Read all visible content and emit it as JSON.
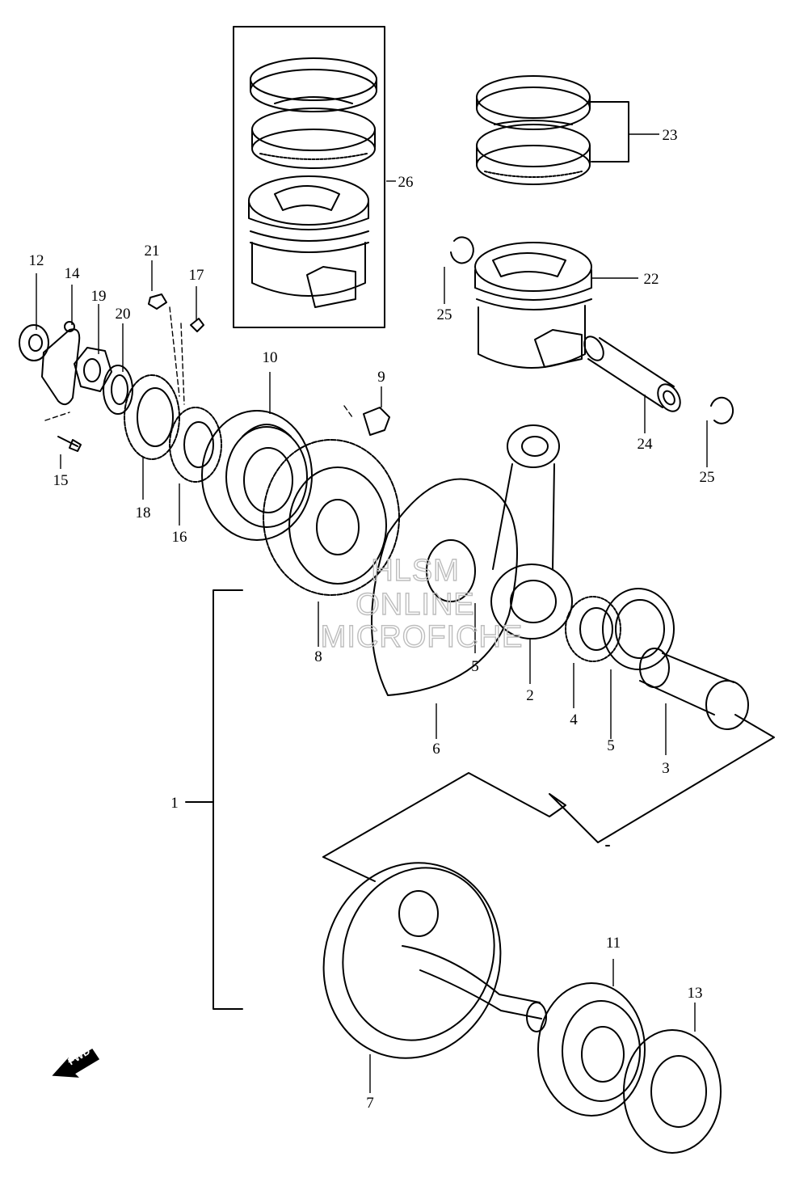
{
  "watermark": {
    "line1": "HLSM",
    "line2": "ONLINE",
    "line3": "MICROFICHE"
  },
  "fwd_badge": "FWD",
  "callouts": {
    "c1": "1",
    "c2": "2",
    "c3": "3",
    "c4": "4",
    "c5a": "5",
    "c5b": "5",
    "c6": "6",
    "c7": "7",
    "c8": "8",
    "c9": "9",
    "c10": "10",
    "c11": "11",
    "c12": "12",
    "c13": "13",
    "c14": "14",
    "c15": "15",
    "c16": "16",
    "c17": "17",
    "c18": "18",
    "c19": "19",
    "c20": "20",
    "c21": "21",
    "c22": "22",
    "c23": "23",
    "c24": "24",
    "c25a": "25",
    "c25b": "25",
    "c26": "26"
  }
}
